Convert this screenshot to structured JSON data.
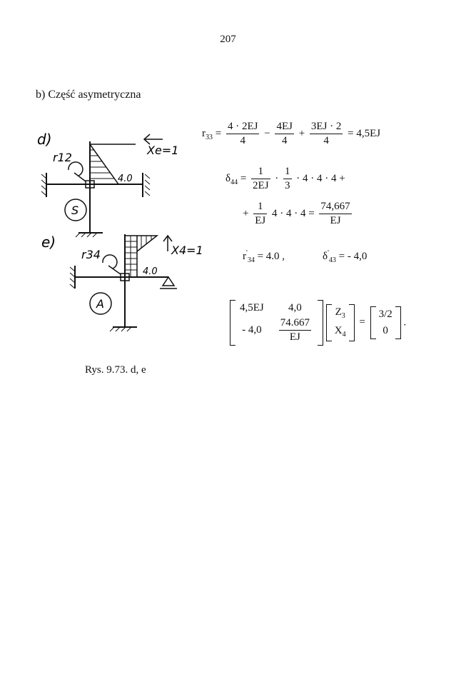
{
  "page": {
    "number": "207"
  },
  "section": {
    "heading": "b) Część asymetryczna"
  },
  "figure": {
    "caption": "Rys. 9.73. d, e",
    "panel_d": {
      "label": "d)",
      "reaction_label": "r12",
      "moment_value": "4.0",
      "force_label": "Xe=1",
      "node_label": "S"
    },
    "panel_e": {
      "label": "e)",
      "reaction_label": "r34",
      "moment_value": "4.0",
      "force_label": "X4=1",
      "node_label": "A"
    }
  },
  "equations": {
    "r33": {
      "lhs": "r",
      "lhs_sub": "33",
      "t1_num": "4 · 2EJ",
      "t1_den": "4",
      "op1": "−",
      "t2_num": "4EJ",
      "t2_den": "4",
      "op2": "+",
      "t3_num": "3EJ · 2",
      "t3_den": "4",
      "result": "= 4,5EJ"
    },
    "d44": {
      "lhs": "δ",
      "lhs_sub": "44",
      "eq": "=",
      "f1_num": "1",
      "f1_den": "2EJ",
      "dot": "·",
      "f2_num": "1",
      "f2_den": "3",
      "tail": "· 4 · 4 · 4 +",
      "line2_prefix": "+",
      "f3_num": "1",
      "f3_den": "EJ",
      "mid": "4 · 4 · 4 =",
      "f4_num": "74,667",
      "f4_den": "EJ"
    },
    "couplings": {
      "r34_lhs": "r",
      "r34_sup": "'",
      "r34_sub": "34",
      "r34_rhs": "= 4.0 ,",
      "d43_lhs": "δ",
      "d43_sup": "'",
      "d43_sub": "43",
      "d43_rhs": "= - 4,0"
    },
    "system": {
      "a11": "4,5EJ",
      "a12": "4,0",
      "a21": "- 4,0",
      "a22_num": "74.667",
      "a22_den": "EJ",
      "z1": "Z",
      "z1_sub": "3",
      "z2": "X",
      "z2_sub": "4",
      "eq": "=",
      "b1": "3/2",
      "b2": "0",
      "end": "."
    }
  }
}
